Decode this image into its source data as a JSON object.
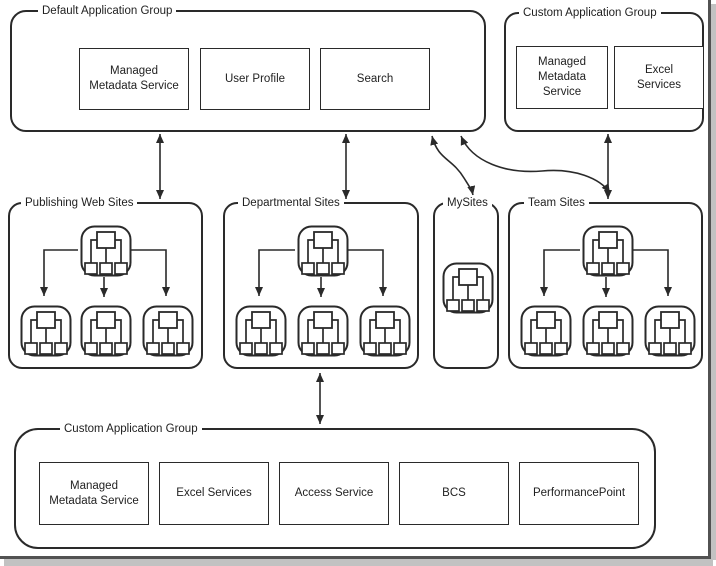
{
  "diagram": {
    "colors": {
      "background": "#ffffff",
      "line": "#2a2a2a",
      "frame": "#525252",
      "frame_shadow": "#c2c2c2"
    },
    "top_left_group": {
      "title": "Default Application Group",
      "services": [
        "Managed Metadata Service",
        "User Profile",
        "Search"
      ]
    },
    "top_right_group": {
      "title": "Custom Application Group",
      "services": [
        "Managed Metadata Service",
        "Excel Services"
      ]
    },
    "site_groups": [
      {
        "title": "Publishing Web Sites",
        "site_hierarchy_icons": 4
      },
      {
        "title": "Departmental Sites",
        "site_hierarchy_icons": 4
      },
      {
        "title": "MySites",
        "site_hierarchy_icons": 1
      },
      {
        "title": "Team Sites",
        "site_hierarchy_icons": 4
      }
    ],
    "bottom_group": {
      "title": "Custom Application Group",
      "services": [
        "Managed Metadata Service",
        "Excel Services",
        "Access Service",
        "BCS",
        "PerformancePoint"
      ]
    },
    "icons": {
      "site_hierarchy": "org-chart-icon"
    },
    "connections": [
      "Default Application Group <-> Publishing Web Sites",
      "Default Application Group <-> Departmental Sites",
      "Default Application Group <-> MySites",
      "Default Application Group <-> Team Sites",
      "Custom Application Group (top) <-> Team Sites",
      "Departmental Sites <-> Custom Application Group (bottom)"
    ]
  }
}
